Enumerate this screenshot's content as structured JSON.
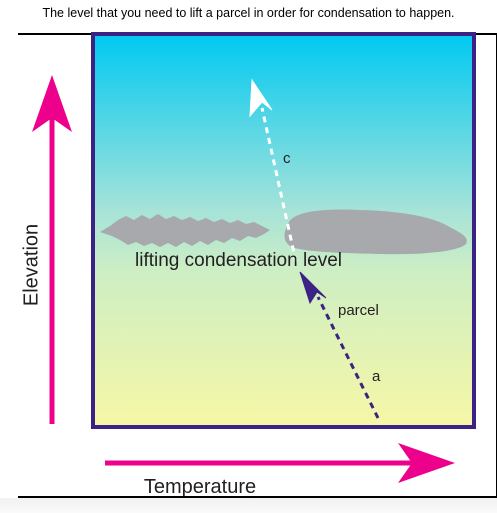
{
  "caption": "The level that you need to lift a parcel in order for condensation to happen.",
  "axes": {
    "y_label": "Elevation",
    "x_label": "Temperature",
    "arrow_color": "#ec008c"
  },
  "frame": {
    "border_color": "#3b2385",
    "sky_gradient": [
      "#00c9f2",
      "#c8ecd2",
      "#f7f7a6"
    ]
  },
  "clouds": {
    "color": "#a7a9ac"
  },
  "levels": {
    "condensation_label": "lifting condensation level",
    "point_c": "c",
    "parcel": "parcel",
    "point_a": "a"
  },
  "path": {
    "lower_color": "#3b2385",
    "upper_color": "#ffffff"
  }
}
